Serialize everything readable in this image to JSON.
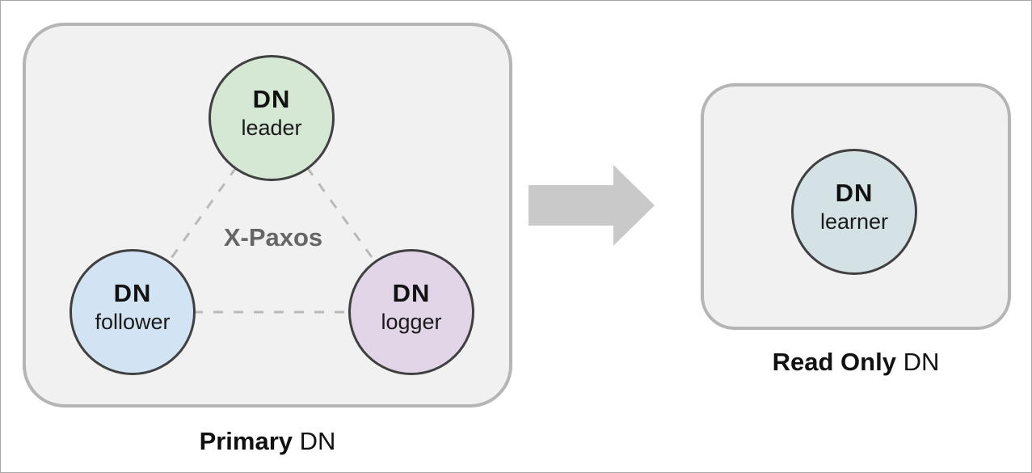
{
  "primary": {
    "caption": {
      "bold": "Primary",
      "regular": "DN"
    },
    "protocol_label": "X-Paxos",
    "nodes": [
      {
        "name": "DN",
        "role": "leader",
        "fill": "#d5e8d4"
      },
      {
        "name": "DN",
        "role": "follower",
        "fill": "#d2e3f3"
      },
      {
        "name": "DN",
        "role": "logger",
        "fill": "#e1d5e7"
      }
    ]
  },
  "readonly": {
    "caption": {
      "bold": "Read Only",
      "regular": "DN"
    },
    "nodes": [
      {
        "name": "DN",
        "role": "learner",
        "fill": "#d5e2e5"
      }
    ]
  },
  "arrow": {
    "direction": "right",
    "color": "#c9c9c9"
  },
  "colors": {
    "canvas_border": "#a8a8a8",
    "panel_fill": "#f1f1f1",
    "panel_border": "#b5b5b5",
    "node_border": "#404040",
    "dashed_line": "#b9b9b9",
    "protocol_text": "#666666",
    "text": "#111111"
  }
}
